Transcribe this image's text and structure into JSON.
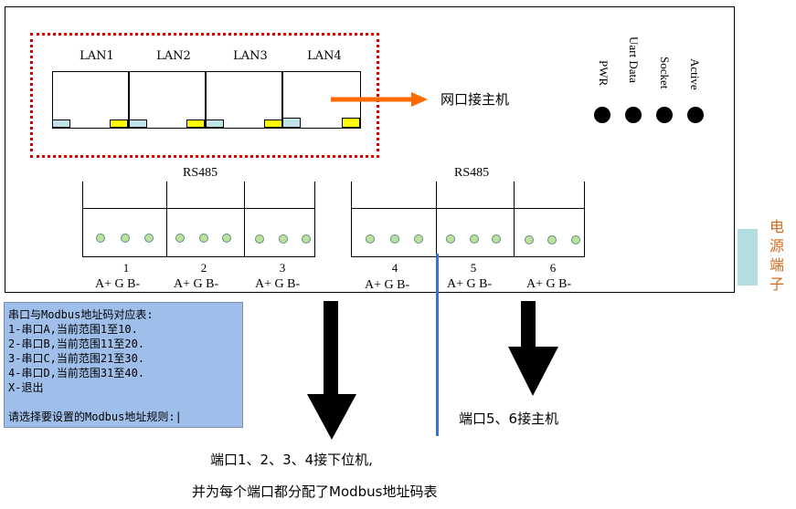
{
  "lan_ports": [
    "LAN1",
    "LAN2",
    "LAN3",
    "LAN4"
  ],
  "lan_annotation": "网口接主机",
  "indicators": [
    "PWR",
    "Uart Data",
    "Socket",
    "Active"
  ],
  "rs485_groups": [
    "RS485",
    "RS485"
  ],
  "serial_ports": [
    {
      "number": "1",
      "pins": "A+ G B-"
    },
    {
      "number": "2",
      "pins": "A+ G B-"
    },
    {
      "number": "3",
      "pins": "A+ G B-"
    },
    {
      "number": "4",
      "pins": "A+ G B-"
    },
    {
      "number": "5",
      "pins": "A+ G B-"
    },
    {
      "number": "6",
      "pins": "A+ G B-"
    }
  ],
  "power_label": [
    "电",
    "源",
    "端",
    "子"
  ],
  "console_lines": [
    "串口与Modbus地址码对应表:",
    "1-串口A,当前范围1至10.",
    "2-串口B,当前范围11至20.",
    "3-串口C,当前范围21至30.",
    "4-串口D,当前范围31至40.",
    "X-退出",
    "",
    "请选择要设置的Modbus地址规则:|"
  ],
  "caption_right": "端口5、6接主机",
  "caption_bottom_1": "端口1、2、3、4接下位机,",
  "caption_bottom_2": "并为每个端口都分配了Modbus地址码表",
  "colors": {
    "lan_frame": "#d40000",
    "arrow_orange": "#ff6a00",
    "led_yellow": "#ffff00",
    "led_cyan": "#bfe3e8",
    "pin_green": "#b9e29a",
    "divider_blue": "#3b6fe0",
    "console_bg": "#9fbfea",
    "power_block": "#b2dde1",
    "power_text": "#d2691e"
  }
}
